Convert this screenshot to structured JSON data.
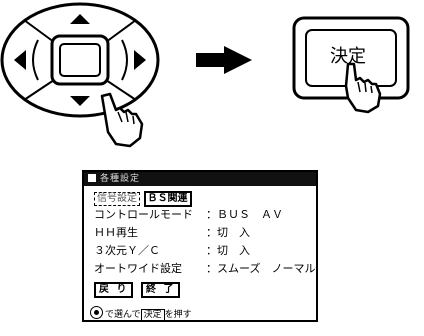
{
  "decide_button": {
    "label": "決定"
  },
  "screen": {
    "title": "各種設定",
    "tabs": [
      "信号設定",
      "ＢＳ関連"
    ],
    "rows": [
      {
        "label": "コントロールモード",
        "value": "：ＢＵＳ　ＡＶ"
      },
      {
        "label": "ＨＨ再生",
        "value": "：切　入"
      },
      {
        "label": "３次元Ｙ／Ｃ",
        "value": "：切　入"
      },
      {
        "label": "オートワイド設定",
        "value": "：スムーズ　ノーマル"
      }
    ],
    "buttons": [
      "戻 り",
      "終 了"
    ],
    "hint": {
      "pre": "で選んで",
      "key": "決定",
      "post": "を押す"
    }
  }
}
